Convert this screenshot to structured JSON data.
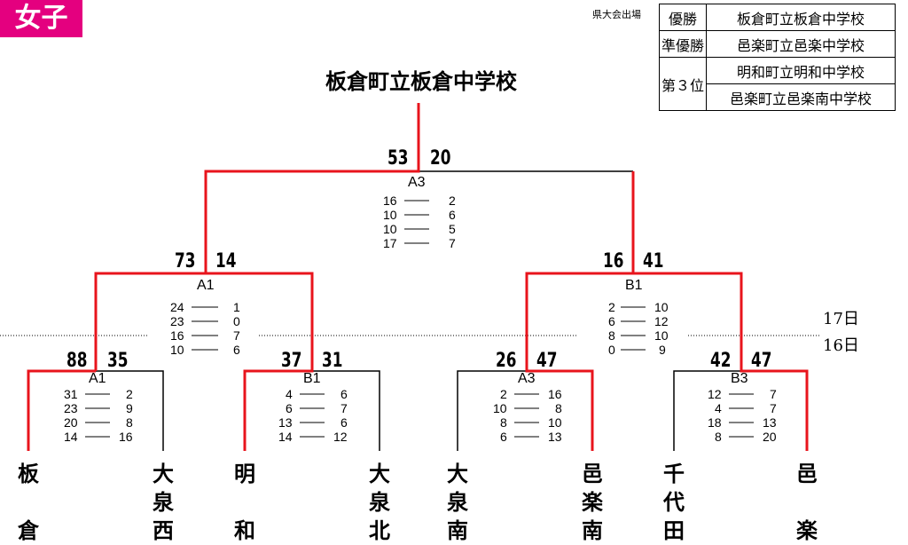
{
  "category_badge": "女子",
  "champion_name": "板倉町立板倉中学校",
  "prefectural_label": "県大会出場",
  "results": [
    {
      "rank": "優勝",
      "schools": [
        "板倉町立板倉中学校"
      ]
    },
    {
      "rank": "準優勝",
      "schools": [
        "邑楽町立邑楽中学校"
      ]
    },
    {
      "rank": "第３位",
      "schools": [
        "明和町立明和中学校",
        "邑楽町立邑楽南中学校"
      ]
    }
  ],
  "days": {
    "upper": "17日",
    "lower": "16日"
  },
  "teams": [
    {
      "name": "板倉",
      "chars": [
        "板",
        "",
        "倉"
      ],
      "advanced": true
    },
    {
      "name": "大泉西",
      "chars": [
        "大",
        "泉",
        "西"
      ],
      "advanced": false
    },
    {
      "name": "明和",
      "chars": [
        "明",
        "",
        "和"
      ],
      "advanced": true
    },
    {
      "name": "大泉北",
      "chars": [
        "大",
        "泉",
        "北"
      ],
      "advanced": false
    },
    {
      "name": "大泉南",
      "chars": [
        "大",
        "泉",
        "南"
      ],
      "advanced": false
    },
    {
      "name": "邑楽南",
      "chars": [
        "邑",
        "楽",
        "南"
      ],
      "advanced": true
    },
    {
      "name": "千代田",
      "chars": [
        "千",
        "代",
        "田"
      ],
      "advanced": false
    },
    {
      "name": "邑楽",
      "chars": [
        "邑",
        "",
        "楽"
      ],
      "advanced": true
    }
  ],
  "matches": {
    "r1_1": {
      "code": "A1",
      "left_score": "88",
      "right_score": "35",
      "periods": [
        [
          "31",
          "2"
        ],
        [
          "23",
          "9"
        ],
        [
          "20",
          "8"
        ],
        [
          "14",
          "16"
        ]
      ]
    },
    "r1_2": {
      "code": "B1",
      "left_score": "37",
      "right_score": "31",
      "periods": [
        [
          "4",
          "6"
        ],
        [
          "6",
          "7"
        ],
        [
          "13",
          "6"
        ],
        [
          "14",
          "12"
        ]
      ]
    },
    "r1_3": {
      "code": "A3",
      "left_score": "26",
      "right_score": "47",
      "periods": [
        [
          "2",
          "16"
        ],
        [
          "10",
          "8"
        ],
        [
          "8",
          "10"
        ],
        [
          "6",
          "13"
        ]
      ]
    },
    "r1_4": {
      "code": "B3",
      "left_score": "42",
      "right_score": "47",
      "periods": [
        [
          "12",
          "7"
        ],
        [
          "4",
          "7"
        ],
        [
          "18",
          "13"
        ],
        [
          "8",
          "20"
        ]
      ]
    },
    "sf_1": {
      "code": "A1",
      "left_score": "73",
      "right_score": "14",
      "periods": [
        [
          "24",
          "1"
        ],
        [
          "23",
          "0"
        ],
        [
          "16",
          "7"
        ],
        [
          "10",
          "6"
        ]
      ]
    },
    "sf_2": {
      "code": "B1",
      "left_score": "16",
      "right_score": "41",
      "periods": [
        [
          "2",
          "10"
        ],
        [
          "6",
          "12"
        ],
        [
          "8",
          "10"
        ],
        [
          "0",
          "9"
        ]
      ]
    },
    "final": {
      "code": "A3",
      "left_score": "53",
      "right_score": "20",
      "periods": [
        [
          "16",
          "2"
        ],
        [
          "10",
          "6"
        ],
        [
          "10",
          "5"
        ],
        [
          "17",
          "7"
        ]
      ]
    }
  },
  "colors": {
    "winner_line": "#e8141c",
    "loser_line": "#000000",
    "badge": "#e4007f"
  }
}
